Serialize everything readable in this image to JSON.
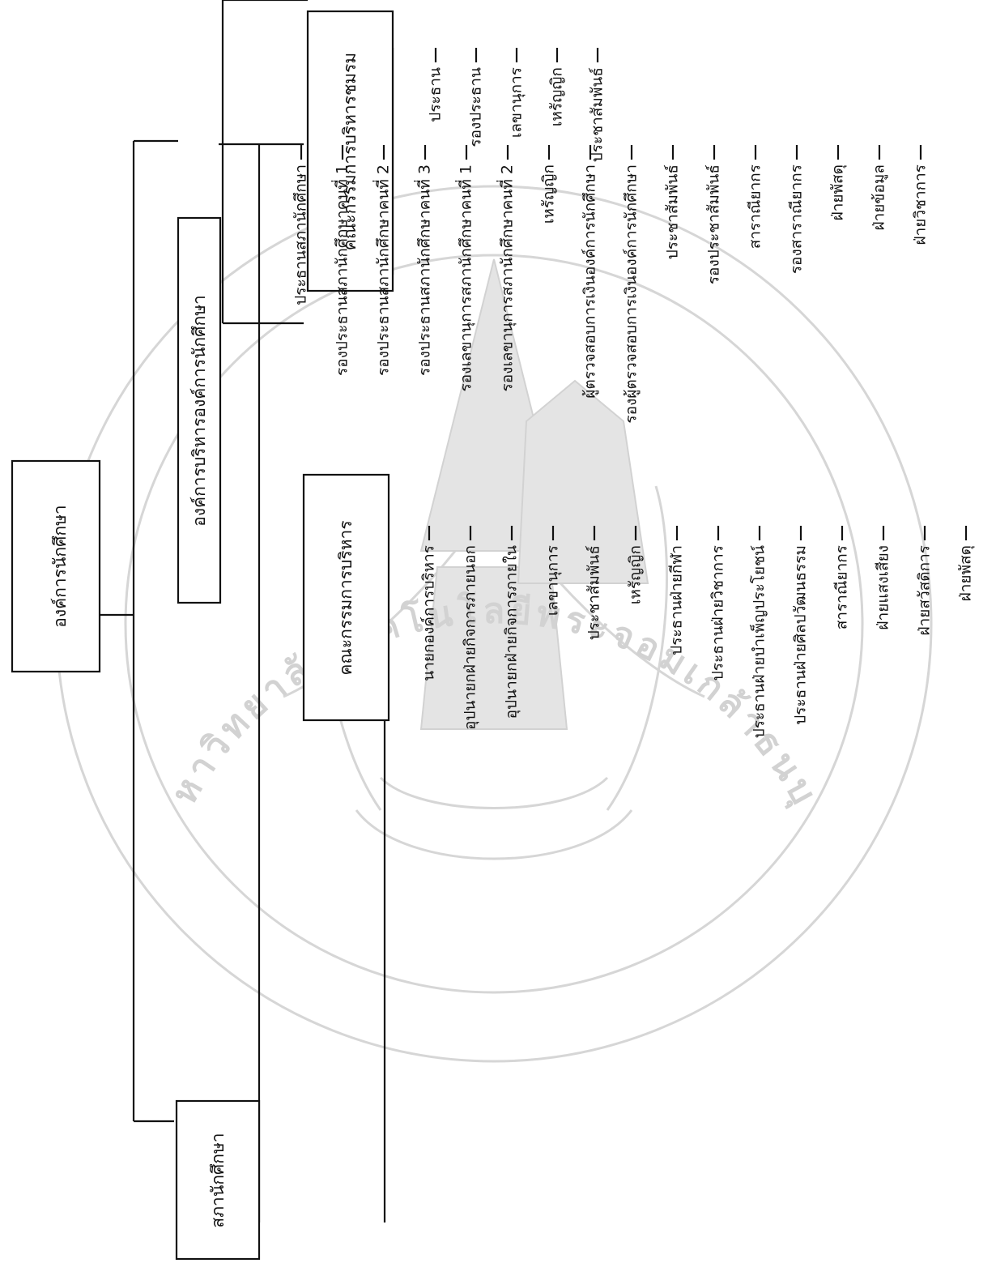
{
  "root": "องค์การนักศึกษา",
  "council": {
    "title": "สภานักศึกษา",
    "members": [
      "ประธานสภานักศึกษา",
      "รองประธานสภานักศึกษาคนที่ 1",
      "รองประธานสภานักศึกษาคนที่ 2",
      "รองประธานสภานักศึกษาคนที่ 3",
      "รองเลขานุการสภานักศึกษาคนที่ 1",
      "รองเลขานุการสภานักศึกษาคนที่ 2",
      "เหรัญญิก",
      "ผู้ตรวจสอบการเงินองค์การนักศึกษา",
      "รองผู้ตรวจสอบการเงินองค์การนักศึกษา",
      "ประชาสัมพันธ์",
      "รองประชาสัมพันธ์",
      "สาราณียากร",
      "รองสาราณียากร",
      "ฝ่ายพัสดุ",
      "ฝ่ายข้อมูล",
      "ฝ่ายวิชาการ"
    ]
  },
  "admin_org": {
    "title": "องค์การบริหารองค์การนักศึกษา",
    "executive": {
      "title": "คณะกรรมการบริหาร",
      "members": [
        "นายกองค์การบริหาร",
        "อุปนายกฝ่ายกิจการภายนอก",
        "อุปนายกฝ่ายกิจการภายใน",
        "เลขานุการ",
        "ประชาสัมพันธ์",
        "เหรัญญิก",
        "ประธานฝ่ายกีฬา",
        "ประธานฝ่ายวิชาการ",
        "ประธานฝ่ายบำเพ็ญประโยชน์",
        "ประธานฝ่ายศิลปวัฒนธรรม",
        "สาราณียากร",
        "ฝ่ายแสงเสียง",
        "ฝ่ายสวัสดิการ",
        "ฝ่ายพัสดุ"
      ]
    },
    "clubs": {
      "title": "คณะกรรมการบริหารชมรม",
      "members": [
        "ประธาน",
        "รองประธาน",
        "เลขานุการ",
        "เหรัญญิก",
        "ประชาสัมพันธ์"
      ]
    }
  },
  "watermark": {
    "text": "มหาวิทยาลัยเทคโนโลยีพระจอมเกล้าธนบุรี"
  }
}
